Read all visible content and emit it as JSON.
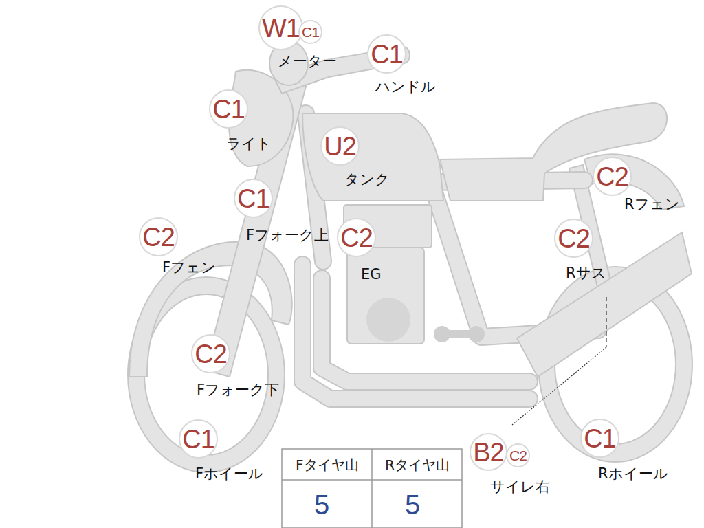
{
  "diagram": {
    "nodes": [
      {
        "text": [
          "W1"
        ]
      },
      {
        "text": [
          "C1"
        ]
      },
      {
        "text": [
          "C1"
        ]
      },
      {
        "text": [
          "C1"
        ]
      },
      {
        "text": [
          "U2"
        ]
      },
      {
        "text": [
          "C2"
        ]
      },
      {
        "text": [
          "C1"
        ]
      },
      {
        "text": [
          "C2"
        ]
      },
      {
        "text": [
          "C2"
        ]
      },
      {
        "text": [
          "C2"
        ]
      },
      {
        "text": [
          "C2"
        ]
      },
      {
        "text": [
          "C1"
        ]
      },
      {
        "text": [
          "B2"
        ]
      },
      {
        "text": [
          "C2"
        ]
      },
      {
        "text": [
          "C1"
        ]
      }
    ],
    "labels": [
      "メーター",
      "ハンドル",
      "ライト",
      "タンク",
      "Rフェン",
      "Fフォーク上",
      "Fフェン",
      "EG",
      "Rサス",
      "Fフォーク下",
      "Fホイール",
      "サイレ右",
      "Rホイール",
      "Fタイヤ山",
      "Rタイヤ山",
      "5",
      "5"
    ]
  }
}
